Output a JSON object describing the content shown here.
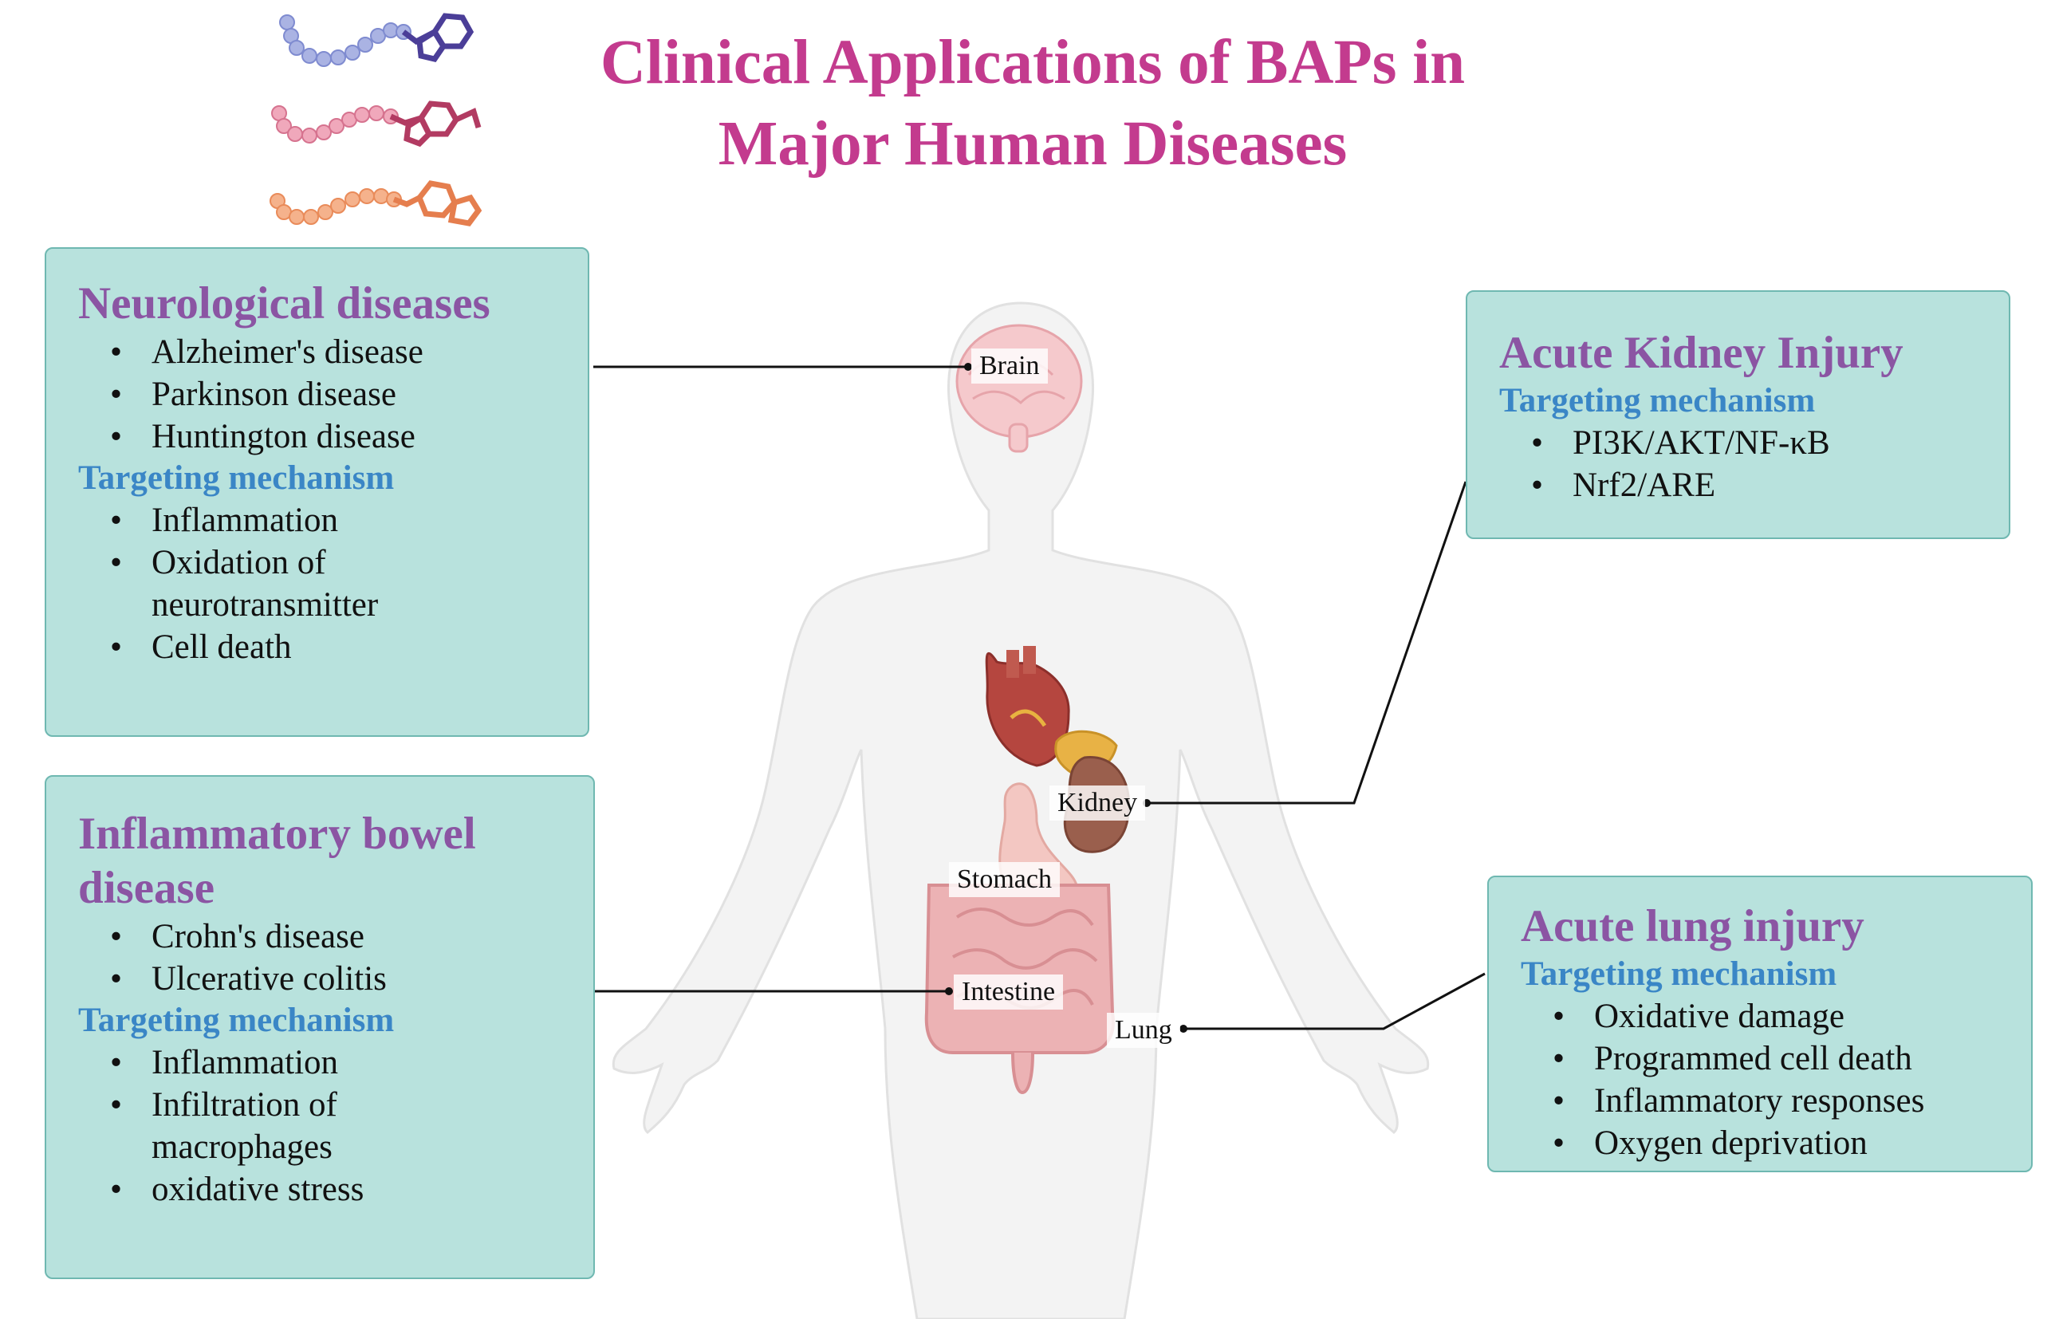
{
  "title": {
    "line1": "Clinical Applications of BAPs in",
    "line2": "Major Human Diseases"
  },
  "colors": {
    "title": "#c33b8e",
    "box_fill": "#b8e2dd",
    "box_border": "#6fb8b1",
    "heading": "#8b55a3",
    "subheading": "#3a86c6",
    "peptide_blue": "#9aa7dd",
    "peptide_pink": "#e58aa7",
    "peptide_orange": "#f0a070"
  },
  "neuro": {
    "heading": "Neurological diseases",
    "diseases": [
      "Alzheimer's disease",
      "Parkinson disease",
      "Huntington disease"
    ],
    "mechanism_label": "Targeting mechanism",
    "mechanisms": [
      "Inflammation",
      "Oxidation of neurotransmitter",
      "Cell death"
    ]
  },
  "ibd": {
    "heading": "Inflammatory bowel disease",
    "diseases": [
      "Crohn's disease",
      "Ulcerative colitis"
    ],
    "mechanism_label": "Targeting mechanism",
    "mechanisms": [
      "Inflammation",
      "Infiltration of macrophages",
      "oxidative stress"
    ]
  },
  "aki": {
    "heading": "Acute Kidney Injury",
    "mechanism_label": "Targeting mechanism",
    "mechanisms": [
      "PI3K/AKT/NF-κB",
      "Nrf2/ARE"
    ]
  },
  "ali": {
    "heading": "Acute lung injury",
    "mechanism_label": "Targeting mechanism",
    "mechanisms": [
      "Oxidative damage",
      "Programmed cell death",
      "Inflammatory responses",
      "Oxygen deprivation"
    ]
  },
  "organs": {
    "brain": "Brain",
    "kidney": "Kidney",
    "stomach": "Stomach",
    "intestine": "Intestine",
    "lung": "Lung"
  }
}
